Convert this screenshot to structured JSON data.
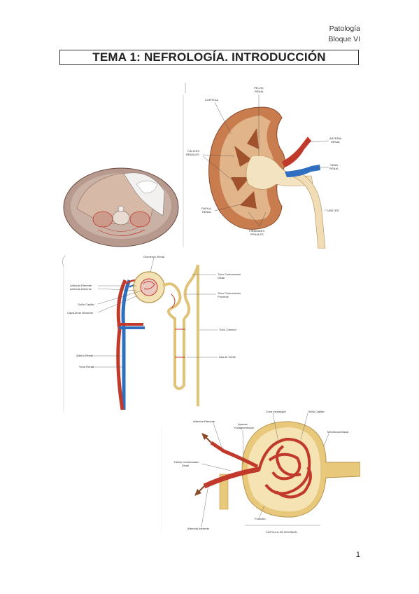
{
  "header": {
    "line1": "Patología",
    "line2": "Bloque VI"
  },
  "title": "TEMA 1: NEFROLOGÍA. INTRODUCCIÓN",
  "figure1": {
    "labels": {
      "corteza": "CORTEZA",
      "pelvis1": "PELVIS",
      "pelvis2": "RENAL",
      "arteria1": "ARTERIA",
      "arteria2": "RENAL",
      "calices1": "CÁLICES",
      "calices2": "RENALES",
      "vena1": "VENA",
      "vena2": "RENAL",
      "ureter": "URETER",
      "papila1": "PAPILA",
      "papila2": "RENAL",
      "piramides1": "PIRÁMIDES",
      "piramides2": "RENALES"
    }
  },
  "figure2": {
    "labels": {
      "glomerulo": "Glomérulo Renal",
      "tcd1": "Tubo Contorneado",
      "tcd2": "Distal",
      "eferente": "Arteriola Eferente",
      "aferente": "Arteriola Aferente",
      "tcp1": "Tubo Contorneado",
      "tcp2": "Proximal",
      "ovillo": "Ovillo Capilar",
      "bowman": "Cápsula de Bowman",
      "colector": "Tubo Colector",
      "henle": "Asa de Henle",
      "arteria": "Arteria Renal",
      "vena": "Vena Renal"
    }
  },
  "figure3": {
    "labels": {
      "mesangial": "Zona mesangial",
      "ovillo": "Ovillo Capilar",
      "eferente": "Arteriola Eferente",
      "aparato1": "Aparato",
      "aparato2": "Yuxtaglomerular",
      "membrana": "Membrana Basal",
      "tcd1": "Túbulo Contorneado",
      "tcd2": "Distal",
      "podocito": "Podocito",
      "aferente": "Arteriola Aferente",
      "capsula": "CÁPSULA DE BOWMAN"
    }
  },
  "page_number": "1"
}
